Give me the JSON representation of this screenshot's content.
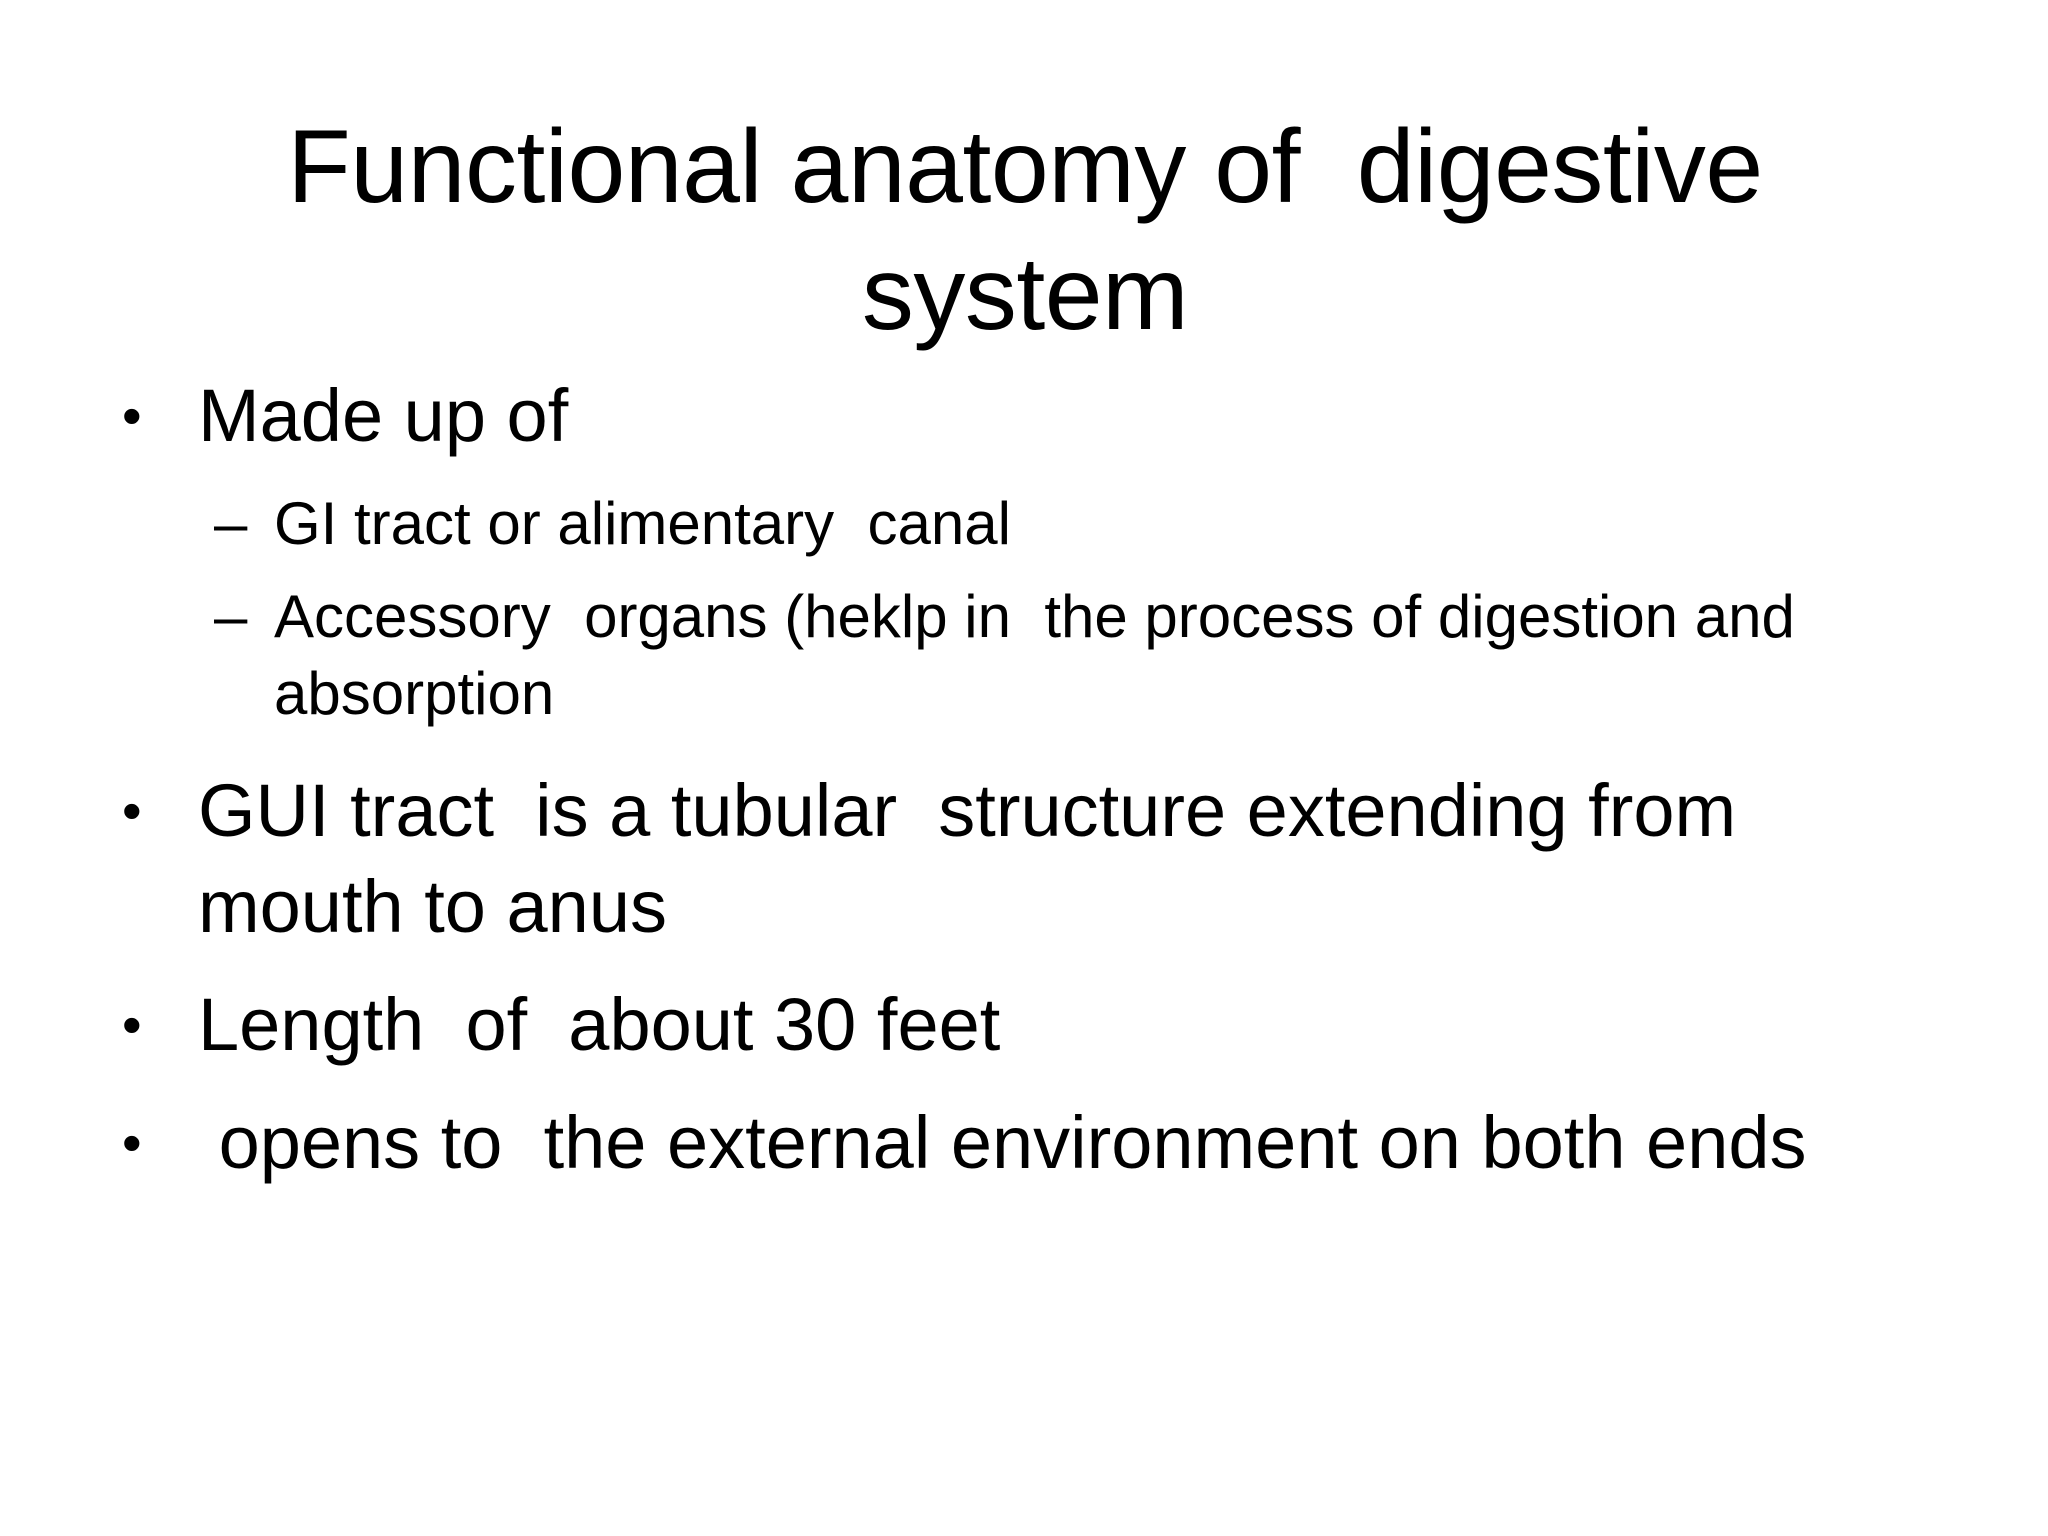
{
  "slide": {
    "background_color": "#ffffff",
    "text_color": "#000000",
    "title": "Functional anatomy of  digestive system",
    "bullet_marker_level1": "•",
    "bullet_marker_level2": "–",
    "bullets": [
      {
        "level": 1,
        "text": "Made up of"
      },
      {
        "level": 2,
        "text": "GI tract or alimentary  canal"
      },
      {
        "level": 2,
        "text": "Accessory  organs (heklp in  the process of digestion and absorption"
      },
      {
        "level": 1,
        "text": "GUI tract  is a tubular  structure extending from  mouth to anus"
      },
      {
        "level": 1,
        "text": "Length  of  about 30 feet"
      },
      {
        "level": 1,
        "text": " opens to  the external environment on both ends"
      }
    ]
  }
}
